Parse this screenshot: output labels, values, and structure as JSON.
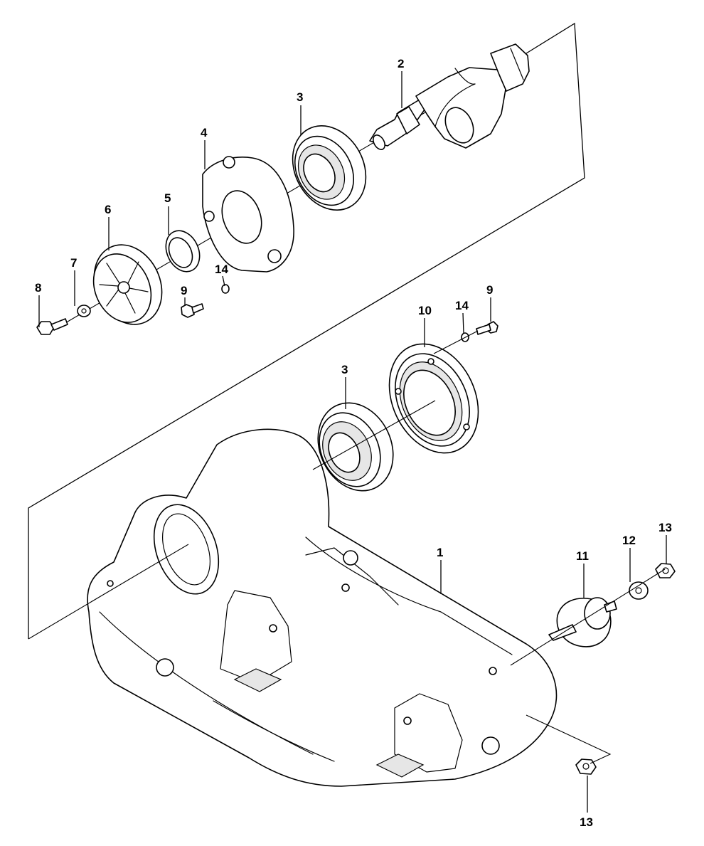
{
  "diagram": {
    "callouts": {
      "c1": "1",
      "c2": "2",
      "c3a": "3",
      "c3b": "3",
      "c4": "4",
      "c5": "5",
      "c6": "6",
      "c7": "7",
      "c8": "8",
      "c9a": "9",
      "c9b": "9",
      "c10": "10",
      "c11": "11",
      "c12": "12",
      "c13a": "13",
      "c13b": "13",
      "c14a": "14",
      "c14b": "14"
    }
  }
}
